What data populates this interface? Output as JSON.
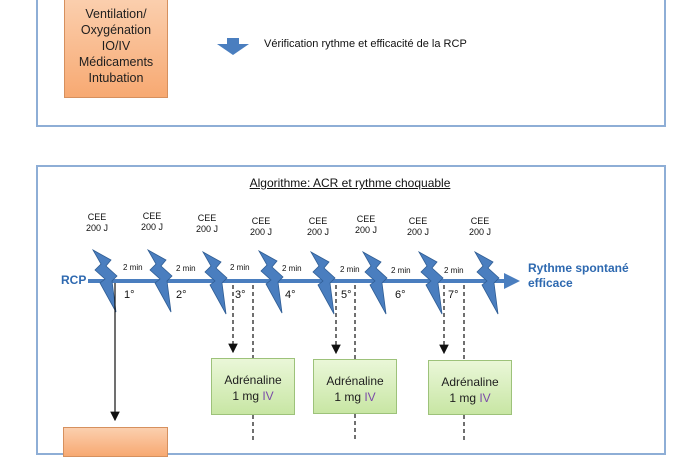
{
  "top_panel": {
    "ventilation_lines": [
      "Ventilation/",
      "Oxygénation",
      "IO/IV",
      "Médicaments",
      "Intubation"
    ],
    "verify_text": "Vérification rythme et efficacité de la  RCP"
  },
  "algorithm": {
    "title": "Algorithme: ACR et rythme choquable",
    "start_label": "RCP",
    "outcome_lines": [
      "Rythme spontané",
      "efficace"
    ],
    "shock_label_lines": [
      "CEE",
      "200 J"
    ],
    "interval_label": "2 min",
    "cycles": [
      "1°",
      "2°",
      "3°",
      "4°",
      "5°",
      "6°",
      "7°"
    ],
    "adrenaline": {
      "name": "Adrénaline",
      "dose": "1 mg",
      "route": "IV"
    }
  },
  "colors": {
    "arrow_blue": "#4a7ebf",
    "panel_border": "#8eaed6",
    "orange_box": "#f7a972",
    "green_box": "#c8e6a4"
  }
}
